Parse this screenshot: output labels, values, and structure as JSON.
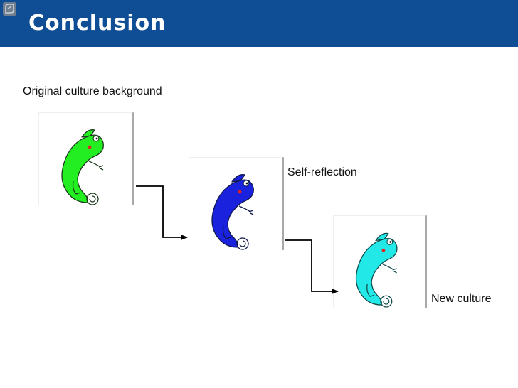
{
  "slide": {
    "title": "Conclusion",
    "logo_icon": "emblem-icon",
    "accent_color": "#0f4d95"
  },
  "stages": [
    {
      "label": "Original culture background",
      "color": "#22ee22",
      "icon": "chameleon-icon"
    },
    {
      "label": "Self-reflection",
      "color": "#1a22dd",
      "icon": "chameleon-icon"
    },
    {
      "label": "New culture",
      "color": "#22e8e8",
      "icon": "chameleon-icon"
    }
  ],
  "connector_icon": "elbow-arrow-icon"
}
